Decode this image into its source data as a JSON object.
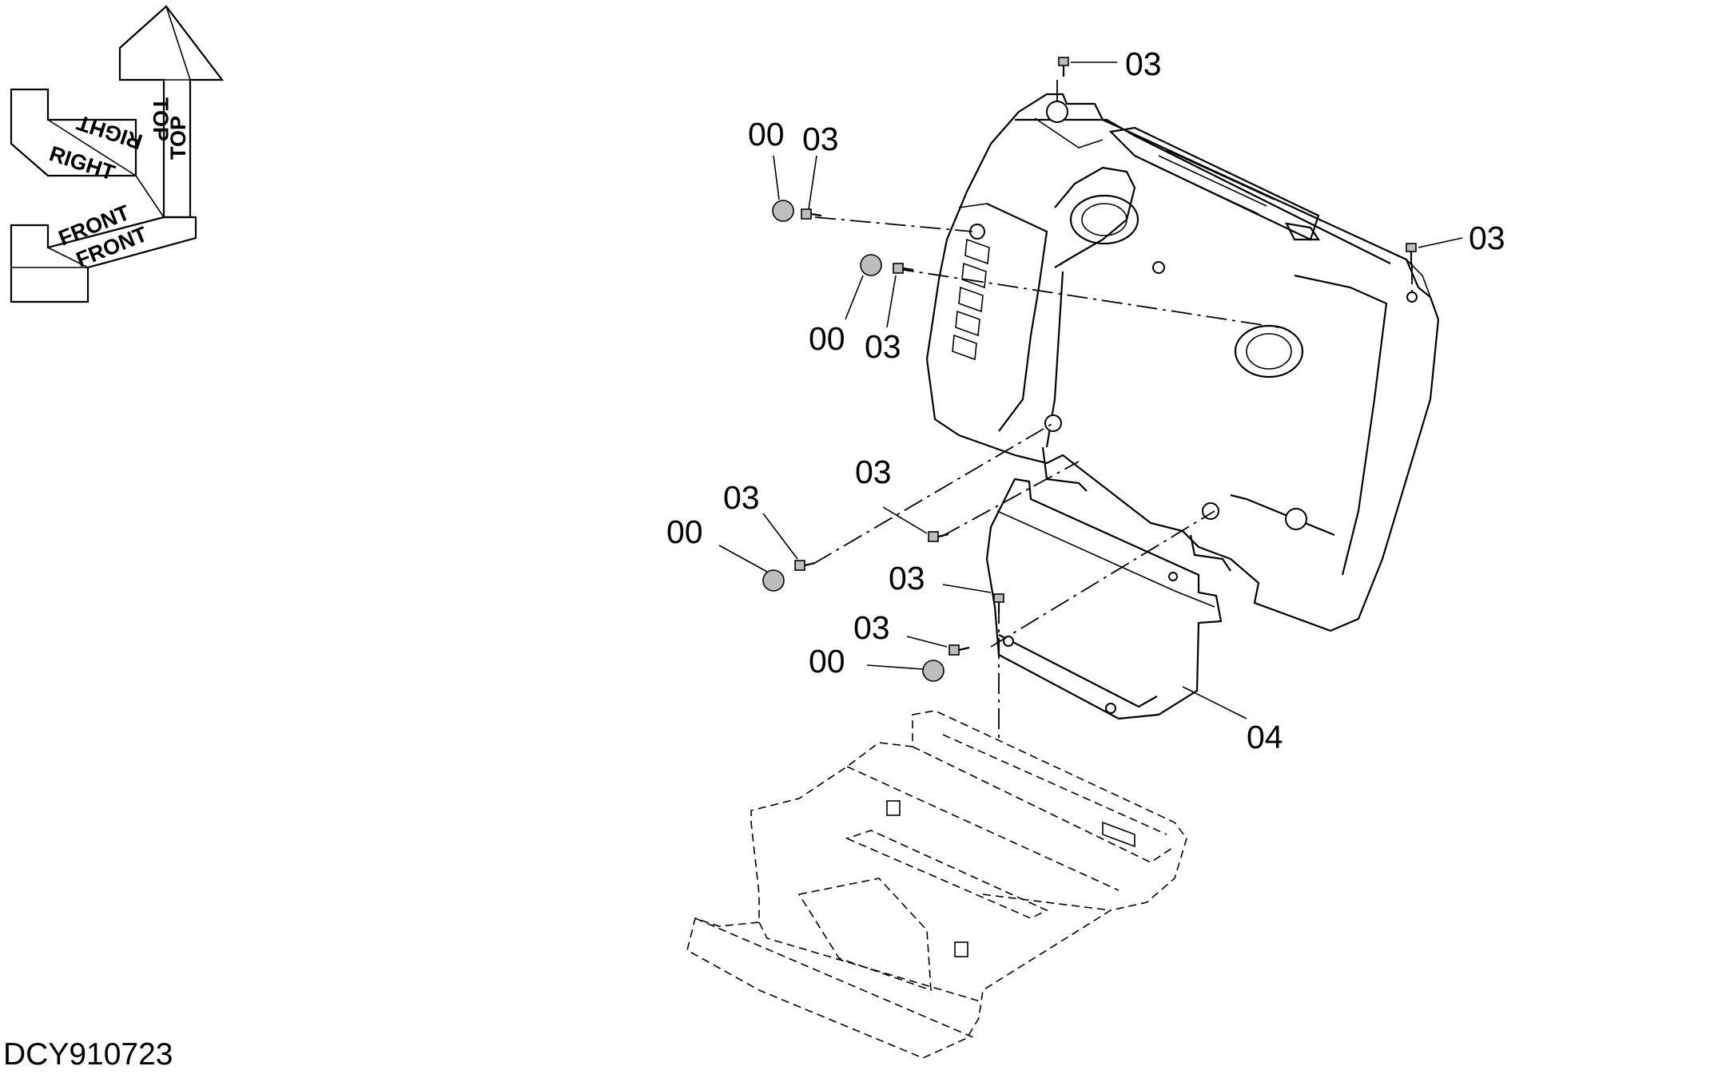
{
  "drawing_id": "DCY910723",
  "orientation_labels": {
    "top": "TOP",
    "right": "RIGHT",
    "front": "FRONT"
  },
  "callouts": [
    "03",
    "00",
    "03",
    "03",
    "00",
    "03",
    "03",
    "03",
    "00",
    "03",
    "03",
    "00",
    "04"
  ]
}
